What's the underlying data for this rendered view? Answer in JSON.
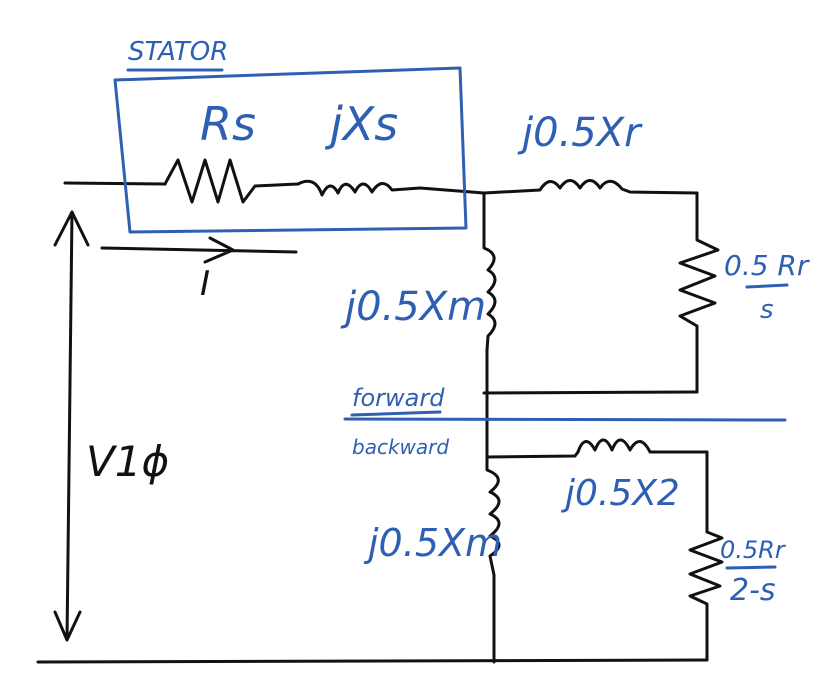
{
  "colors": {
    "ink_blue": "#2f5fb3",
    "wire_black": "#111111",
    "background": "#ffffff"
  },
  "stator_box": {
    "title": "STATOR"
  },
  "labels": {
    "stator_resistance": "Rs",
    "stator_reactance": "jXs",
    "forward_rotor_reactance": "j0.5Xr",
    "forward_rotor_resistance_num": "0.5 Rr",
    "forward_rotor_resistance_den": "s",
    "forward_magnetizing": "j0.5Xm",
    "forward_section": "forward",
    "backward_section": "backward",
    "backward_magnetizing": "j0.5Xm",
    "backward_rotor_reactance": "j0.5X2",
    "backward_rotor_resistance_num": "0.5Rr",
    "backward_rotor_resistance_den": "2-s",
    "current": "I",
    "phase_voltage": "V1ϕ"
  }
}
